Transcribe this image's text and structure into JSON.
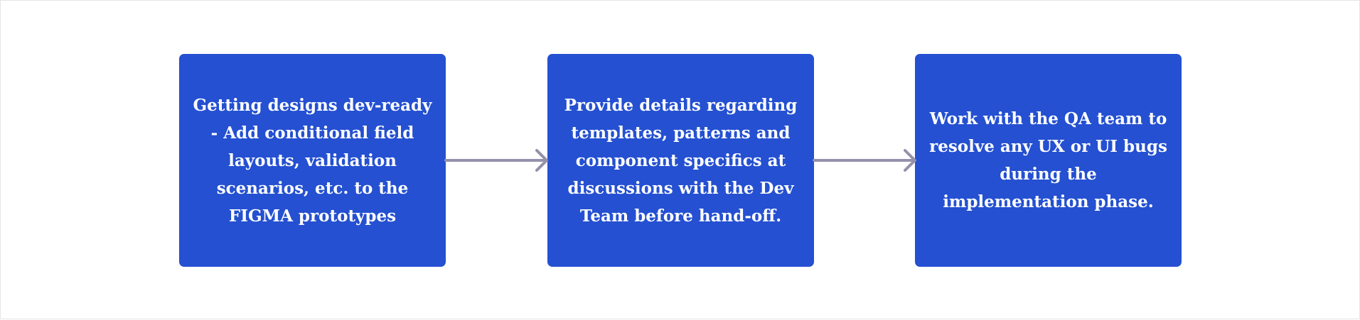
{
  "colors": {
    "box": "#2450d1",
    "arrow": "#9590ab",
    "text": "#ffffff",
    "background": "#ffffff"
  },
  "steps": [
    {
      "text": "Getting designs dev-ready - Add conditional field layouts, validation scenarios, etc. to the FIGMA prototypes"
    },
    {
      "text": "Provide details regarding templates, patterns and component specifics at discussions with the Dev Team before hand-off."
    },
    {
      "text": "Work with the QA team to resolve any UX or UI bugs during the implementation phase."
    }
  ]
}
